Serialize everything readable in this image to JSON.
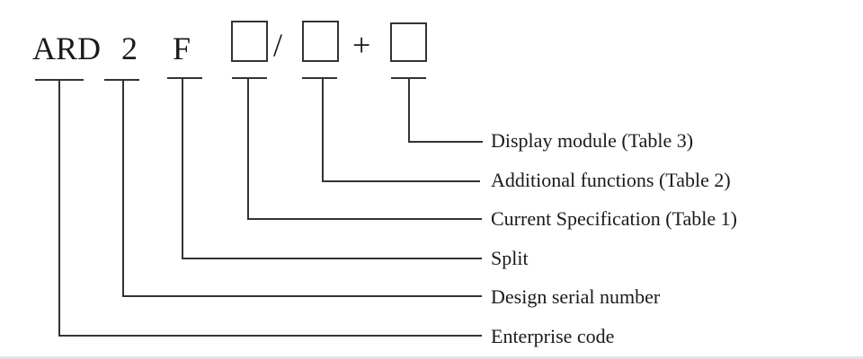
{
  "diagram": {
    "type": "model-designation-breakdown",
    "code_parts": [
      {
        "id": "enterprise",
        "text": "ARD",
        "kind": "text"
      },
      {
        "id": "serial",
        "text": "2",
        "kind": "text"
      },
      {
        "id": "split",
        "text": "F",
        "kind": "text"
      },
      {
        "id": "current",
        "text": "",
        "kind": "placeholder-box"
      },
      {
        "id": "sep-slash",
        "text": "/",
        "kind": "separator"
      },
      {
        "id": "additional",
        "text": "",
        "kind": "placeholder-box"
      },
      {
        "id": "sep-plus",
        "text": "+",
        "kind": "separator"
      },
      {
        "id": "display",
        "text": "",
        "kind": "placeholder-box"
      }
    ],
    "labels": [
      {
        "target": "display",
        "text": "Display module (Table 3)"
      },
      {
        "target": "additional",
        "text": "Additional functions (Table 2)"
      },
      {
        "target": "current",
        "text": "Current Specification (Table 1)"
      },
      {
        "target": "split",
        "text": "Split"
      },
      {
        "target": "serial",
        "text": "Design serial number"
      },
      {
        "target": "enterprise",
        "text": "Enterprise code"
      }
    ]
  }
}
